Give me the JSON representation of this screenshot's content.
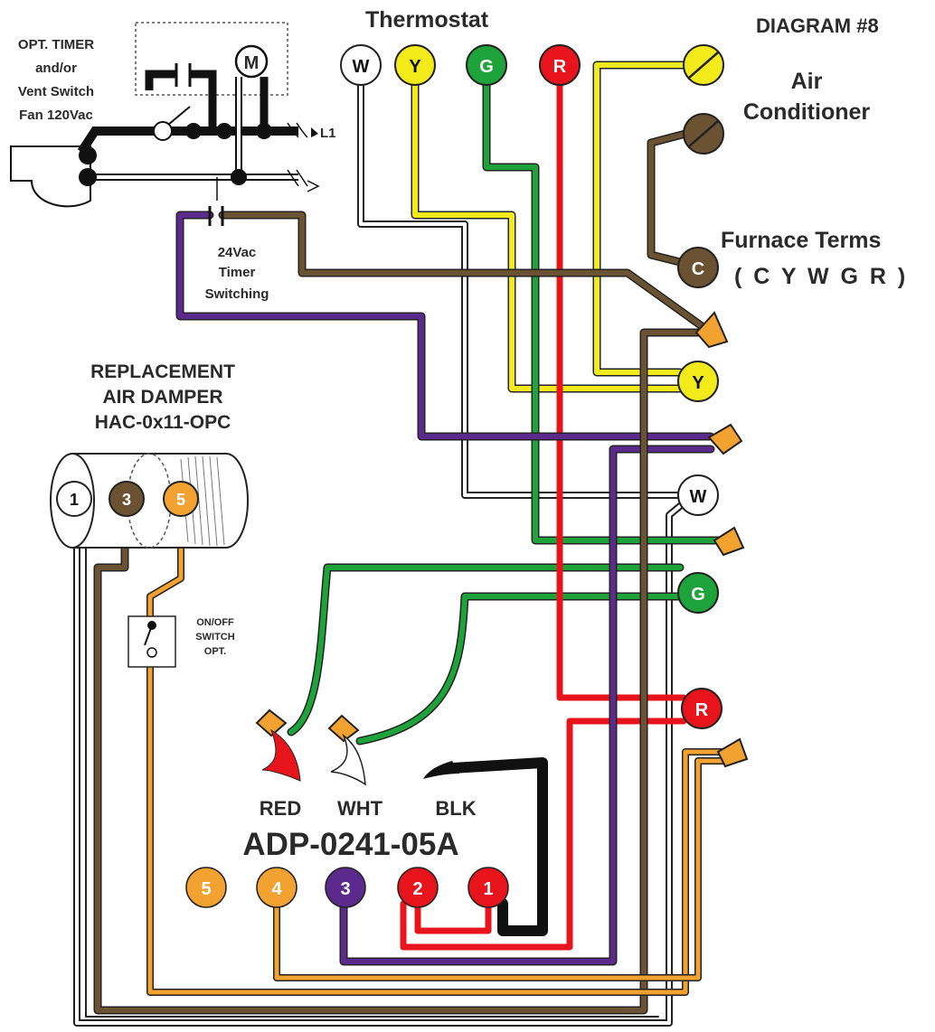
{
  "title": "DIAGRAM #8",
  "thermostat": {
    "label": "Thermostat",
    "terminals": [
      "W",
      "Y",
      "G",
      "R"
    ]
  },
  "air_conditioner": {
    "line1": "Air",
    "line2": "Conditioner"
  },
  "furnace": {
    "label": "Furnace Terms",
    "order": "( C Y W G R )",
    "terminals": [
      "C",
      "Y",
      "W",
      "G",
      "R"
    ]
  },
  "timer": {
    "line1": "OPT. TIMER",
    "line2": "and/or",
    "line3": "Vent Switch",
    "line4": "Fan 120Vac",
    "motor": "M",
    "supply": "L1"
  },
  "timer_switching": {
    "line1": "24Vac",
    "line2": "Timer",
    "line3": "Switching"
  },
  "damper": {
    "line1": "REPLACEMENT",
    "line2": "AIR DAMPER",
    "line3": "HAC-0x11-OPC",
    "terminals": [
      "1",
      "3",
      "5"
    ]
  },
  "switch": {
    "line1": "ON/OFF",
    "line2": "SWITCH",
    "line3": "OPT."
  },
  "adapter": {
    "model": "ADP-0241-05A",
    "leads": [
      "RED",
      "WHT",
      "BLK"
    ],
    "terminals": [
      "5",
      "4",
      "3",
      "2",
      "1"
    ]
  },
  "colors": {
    "white": "#ffffff",
    "yellow": "#f2ea1a",
    "green": "#1ea33a",
    "red": "#e8141c",
    "purple": "#5b2a8c",
    "brown": "#6b5232",
    "orange": "#f2a230",
    "black": "#111111"
  }
}
